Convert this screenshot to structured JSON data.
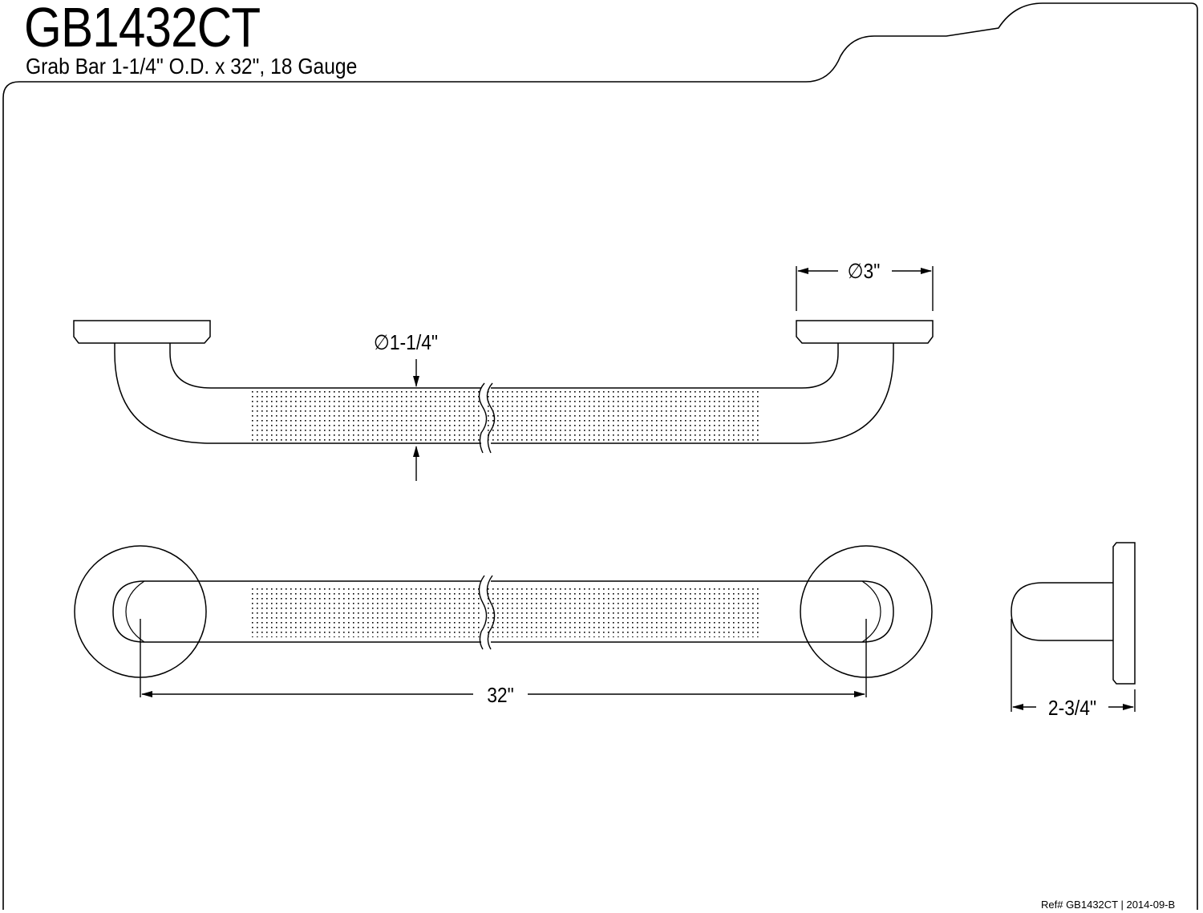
{
  "header": {
    "model": "GB1432CT",
    "description": "Grab Bar 1-1/4\" O.D. x 32\", 18 Gauge"
  },
  "dimensions": {
    "flange_diameter": "∅3\"",
    "bar_diameter": "∅1-1/4\"",
    "length": "32\"",
    "projection": "2-3/4\""
  },
  "footer": {
    "ref": "Ref# GB1432CT | 2014-09-B"
  }
}
